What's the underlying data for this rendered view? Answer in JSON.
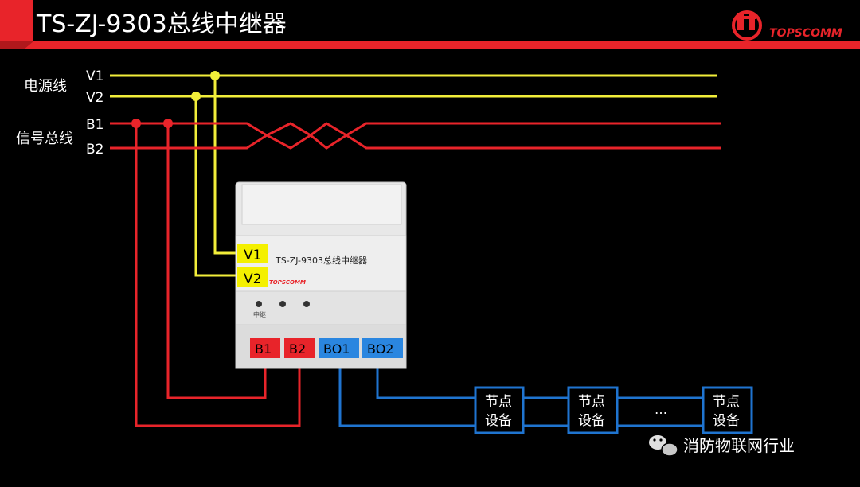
{
  "header": {
    "title": "TS-ZJ-9303总线中继器",
    "logo_text": "TOPSCOMM"
  },
  "labels": {
    "power_line": "电源线",
    "signal_bus": "信号总线",
    "v1": "V1",
    "v2": "V2",
    "b1": "B1",
    "b2": "B2"
  },
  "device": {
    "name": "TS-ZJ-9303总线中继器",
    "brand": "TOPSCOMM",
    "terminal_v1": "V1",
    "terminal_v2": "V2",
    "led_label": "中继",
    "port_b1": "B1",
    "port_b2": "B2",
    "port_bo1": "BO1",
    "port_bo2": "BO2"
  },
  "nodes": {
    "node_label_line1": "节点",
    "node_label_line2": "设备",
    "ellipsis": "…"
  },
  "watermark": {
    "text": "消防物联网行业"
  },
  "colors": {
    "background": "#000000",
    "accent_red": "#e8242a",
    "line_yellow": "#f2ee3a",
    "line_blue": "#1f74d0",
    "port_red": "#e8242a",
    "port_blue": "#2a86e0",
    "terminal_yellow": "#f4f000",
    "device_body": "#e6e6e6"
  }
}
